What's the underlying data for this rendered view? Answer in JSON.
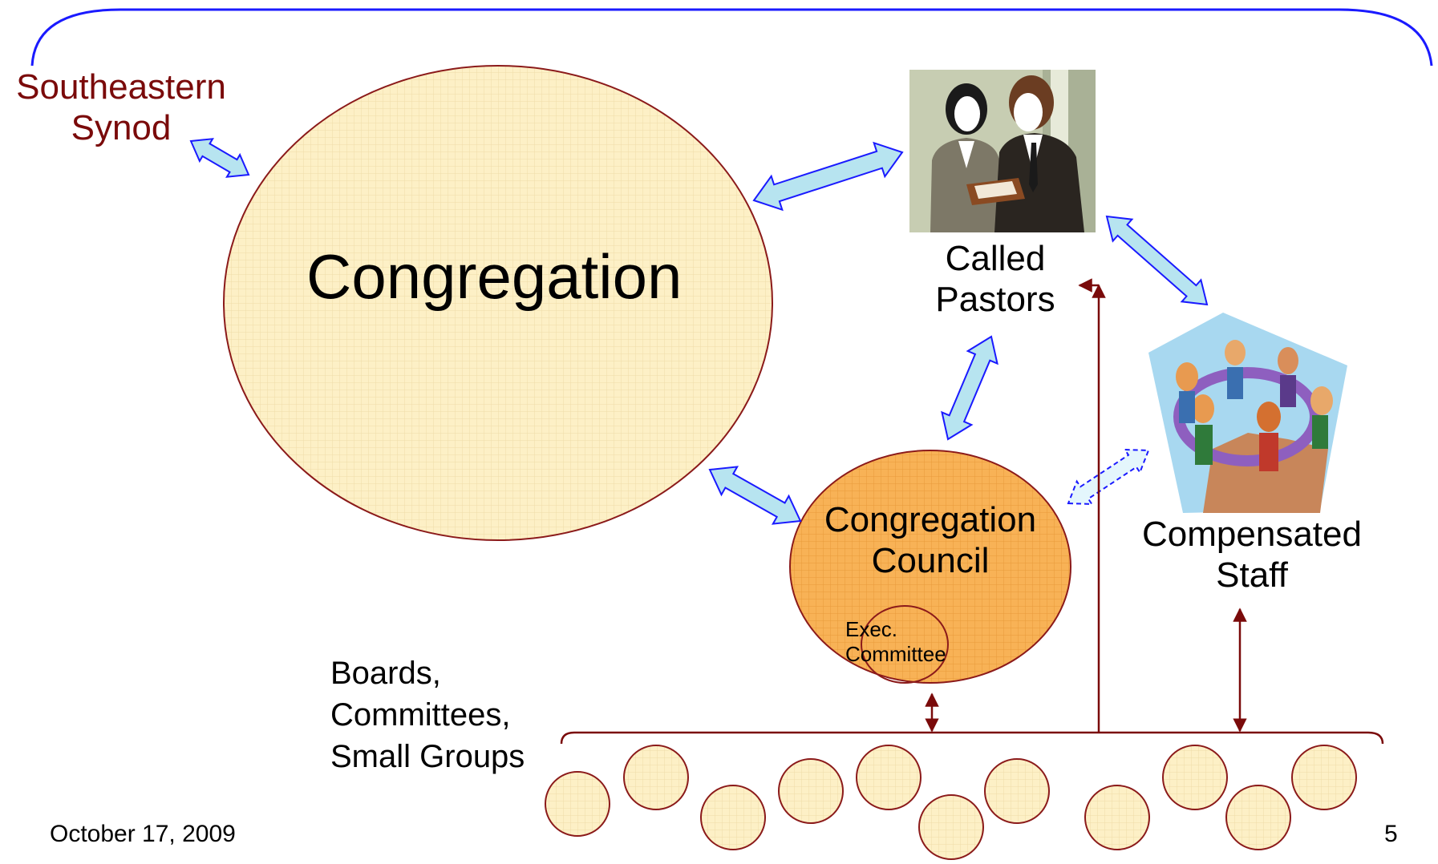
{
  "labels": {
    "synod_line1": "Southeastern",
    "synod_line2": "Synod",
    "congregation": "Congregation",
    "pastors_line1": "Called",
    "pastors_line2": "Pastors",
    "council_line1": "Congregation",
    "council_line2": "Council",
    "exec_line1": "Exec.",
    "exec_line2": "Committee",
    "staff_line1": "Compensated",
    "staff_line2": "Staff",
    "boards_line1": "Boards,",
    "boards_line2": "Committees,",
    "boards_line3": "Small Groups"
  },
  "footer": {
    "date": "October 17, 2009",
    "page_number": "5"
  },
  "colors": {
    "bracket": "#1a1aff",
    "circle_fill": "#fdf0c6",
    "circle_stroke": "#8b1a1a",
    "council_fill": "#f8b256",
    "arrow_fill": "#b7e4f0",
    "arrow_stroke": "#1a1aff",
    "connector": "#7a0a0a",
    "synod_text": "#7a0a0a"
  },
  "images": {
    "pastors": "two-people-clipart",
    "staff": "people-circle-clipart"
  }
}
